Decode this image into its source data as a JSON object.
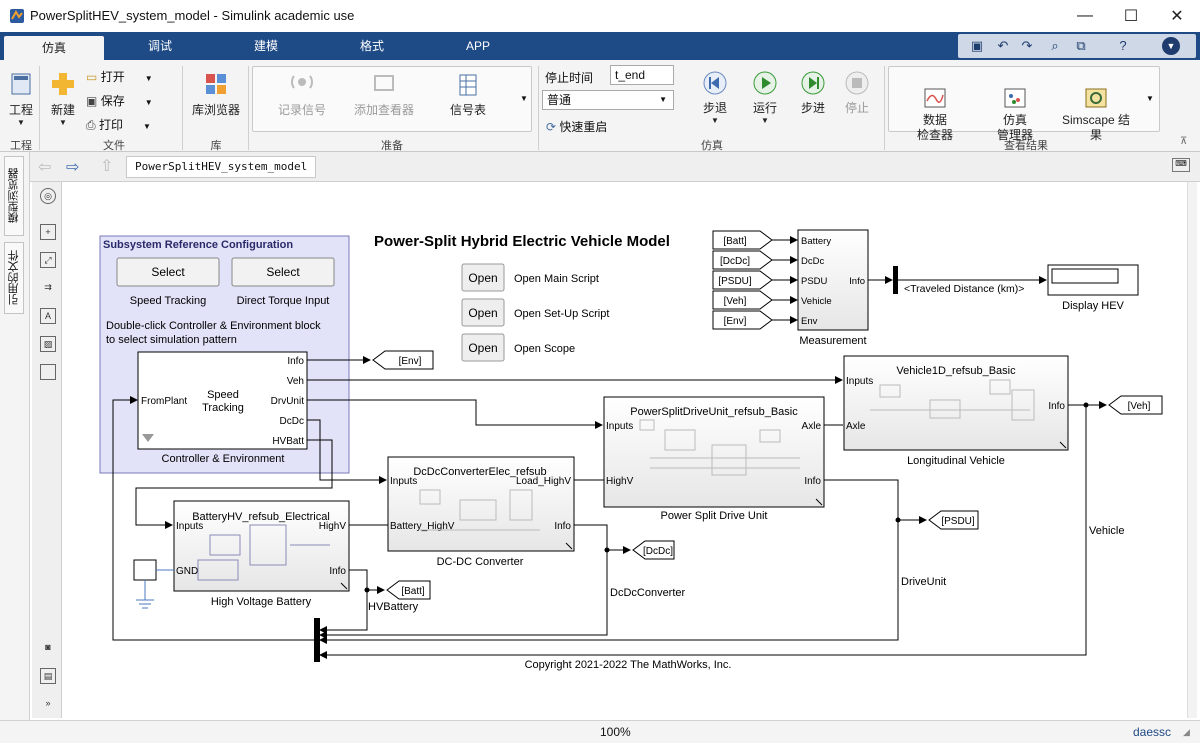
{
  "window": {
    "title": "PowerSplitHEV_system_model - Simulink academic use",
    "minimize": "—",
    "maximize": "☐",
    "close": "✕"
  },
  "tabs": [
    "仿真",
    "调试",
    "建模",
    "格式",
    "APP"
  ],
  "quick_access": {
    "icons": [
      "save-icon",
      "undo-icon",
      "redo-icon",
      "search-icon",
      "find-model-icon",
      "help-icon",
      "expand-icon"
    ]
  },
  "ribbon": {
    "project": {
      "label": "工程",
      "group": "工程"
    },
    "file": {
      "new": "新建",
      "open": "打开",
      "save": "保存",
      "print": "打印",
      "group": "文件"
    },
    "library": {
      "browser": "库浏览器",
      "group": "库"
    },
    "prepare": {
      "log_signals": "记录信号",
      "add_viewer": "添加查看器",
      "signal_table": "信号表",
      "group": "准备"
    },
    "simulate": {
      "stop_time_label": "停止时间",
      "stop_time_value": "t_end",
      "mode": "普通",
      "fast_restart": "快速重启",
      "step_back": "步退",
      "run": "运行",
      "step_forward": "步进",
      "stop": "停止",
      "group": "仿真"
    },
    "review": {
      "data_inspector": "数据\n检查器",
      "sim_manager": "仿真\n管理器",
      "simscape_results": "Simscape 结\n果",
      "group": "查看结果"
    }
  },
  "side_tabs": [
    "模型浏览器",
    "引用的文件"
  ],
  "breadcrumb": "PowerSplitHEV_system_model",
  "model": {
    "title": "Power-Split Hybrid Electric Vehicle Model",
    "subsystem_config": {
      "heading": "Subsystem Reference Configuration",
      "select1": "Select",
      "select2": "Select",
      "label1": "Speed Tracking",
      "label2": "Direct Torque Input",
      "note1": "Double-click Controller & Environment block",
      "note2": "to select simulation pattern"
    },
    "scripts": [
      {
        "button": "Open",
        "label": "Open Main Script"
      },
      {
        "button": "Open",
        "label": "Open Set-Up Script"
      },
      {
        "button": "Open",
        "label": "Open Scope"
      }
    ],
    "controller": {
      "name": "Controller & Environment",
      "text1": "Speed",
      "text2": "Tracking",
      "in": "FromPlant",
      "outs": [
        "Info",
        "Veh",
        "DrvUnit",
        "DcDc",
        "HVBatt"
      ]
    },
    "measurement": {
      "name": "Measurement",
      "inputs": [
        "Battery",
        "DcDc",
        "PSDU",
        "Vehicle",
        "Env"
      ],
      "out": "Info",
      "froms": [
        "[Batt]",
        "[DcDc]",
        "[PSDU]",
        "[Veh]",
        "[Env]"
      ]
    },
    "traveled": "<Traveled Distance (km)>",
    "display": "Display HEV",
    "vehicle": {
      "ref": "Vehicle1D_refsub_Basic",
      "name": "Longitudinal Vehicle",
      "in1": "Inputs",
      "in2": "Axle",
      "out": "Info"
    },
    "drive_unit": {
      "ref": "PowerSplitDriveUnit_refsub_Basic",
      "name": "Power Split Drive Unit",
      "in1": "Inputs",
      "in2": "HighV",
      "out1": "Axle",
      "out2": "Info"
    },
    "dcdc": {
      "ref": "DcDcConverterElec_refsub",
      "name": "DC-DC Converter",
      "in1": "Inputs",
      "in2": "Battery_HighV",
      "out1": "Load_HighV",
      "out2": "Info"
    },
    "battery": {
      "ref": "BatteryHV_refsub_Electrical",
      "name": "High Voltage Battery",
      "in1": "Inputs",
      "in2": "GND",
      "out1": "HighV",
      "out2": "Info"
    },
    "gotos": {
      "env": "[Env]",
      "veh": "[Veh]",
      "psdu": "[PSDU]",
      "dcdc": "[DcDc]",
      "batt": "[Batt]"
    },
    "signals": {
      "vehicle": "Vehicle",
      "drive": "DriveUnit",
      "dcdc": "DcDcConverter",
      "hvb": "HVBattery"
    },
    "copyright": "Copyright 2021-2022 The MathWorks, Inc."
  },
  "status": {
    "zoom": "100%",
    "solver": "daessc"
  }
}
